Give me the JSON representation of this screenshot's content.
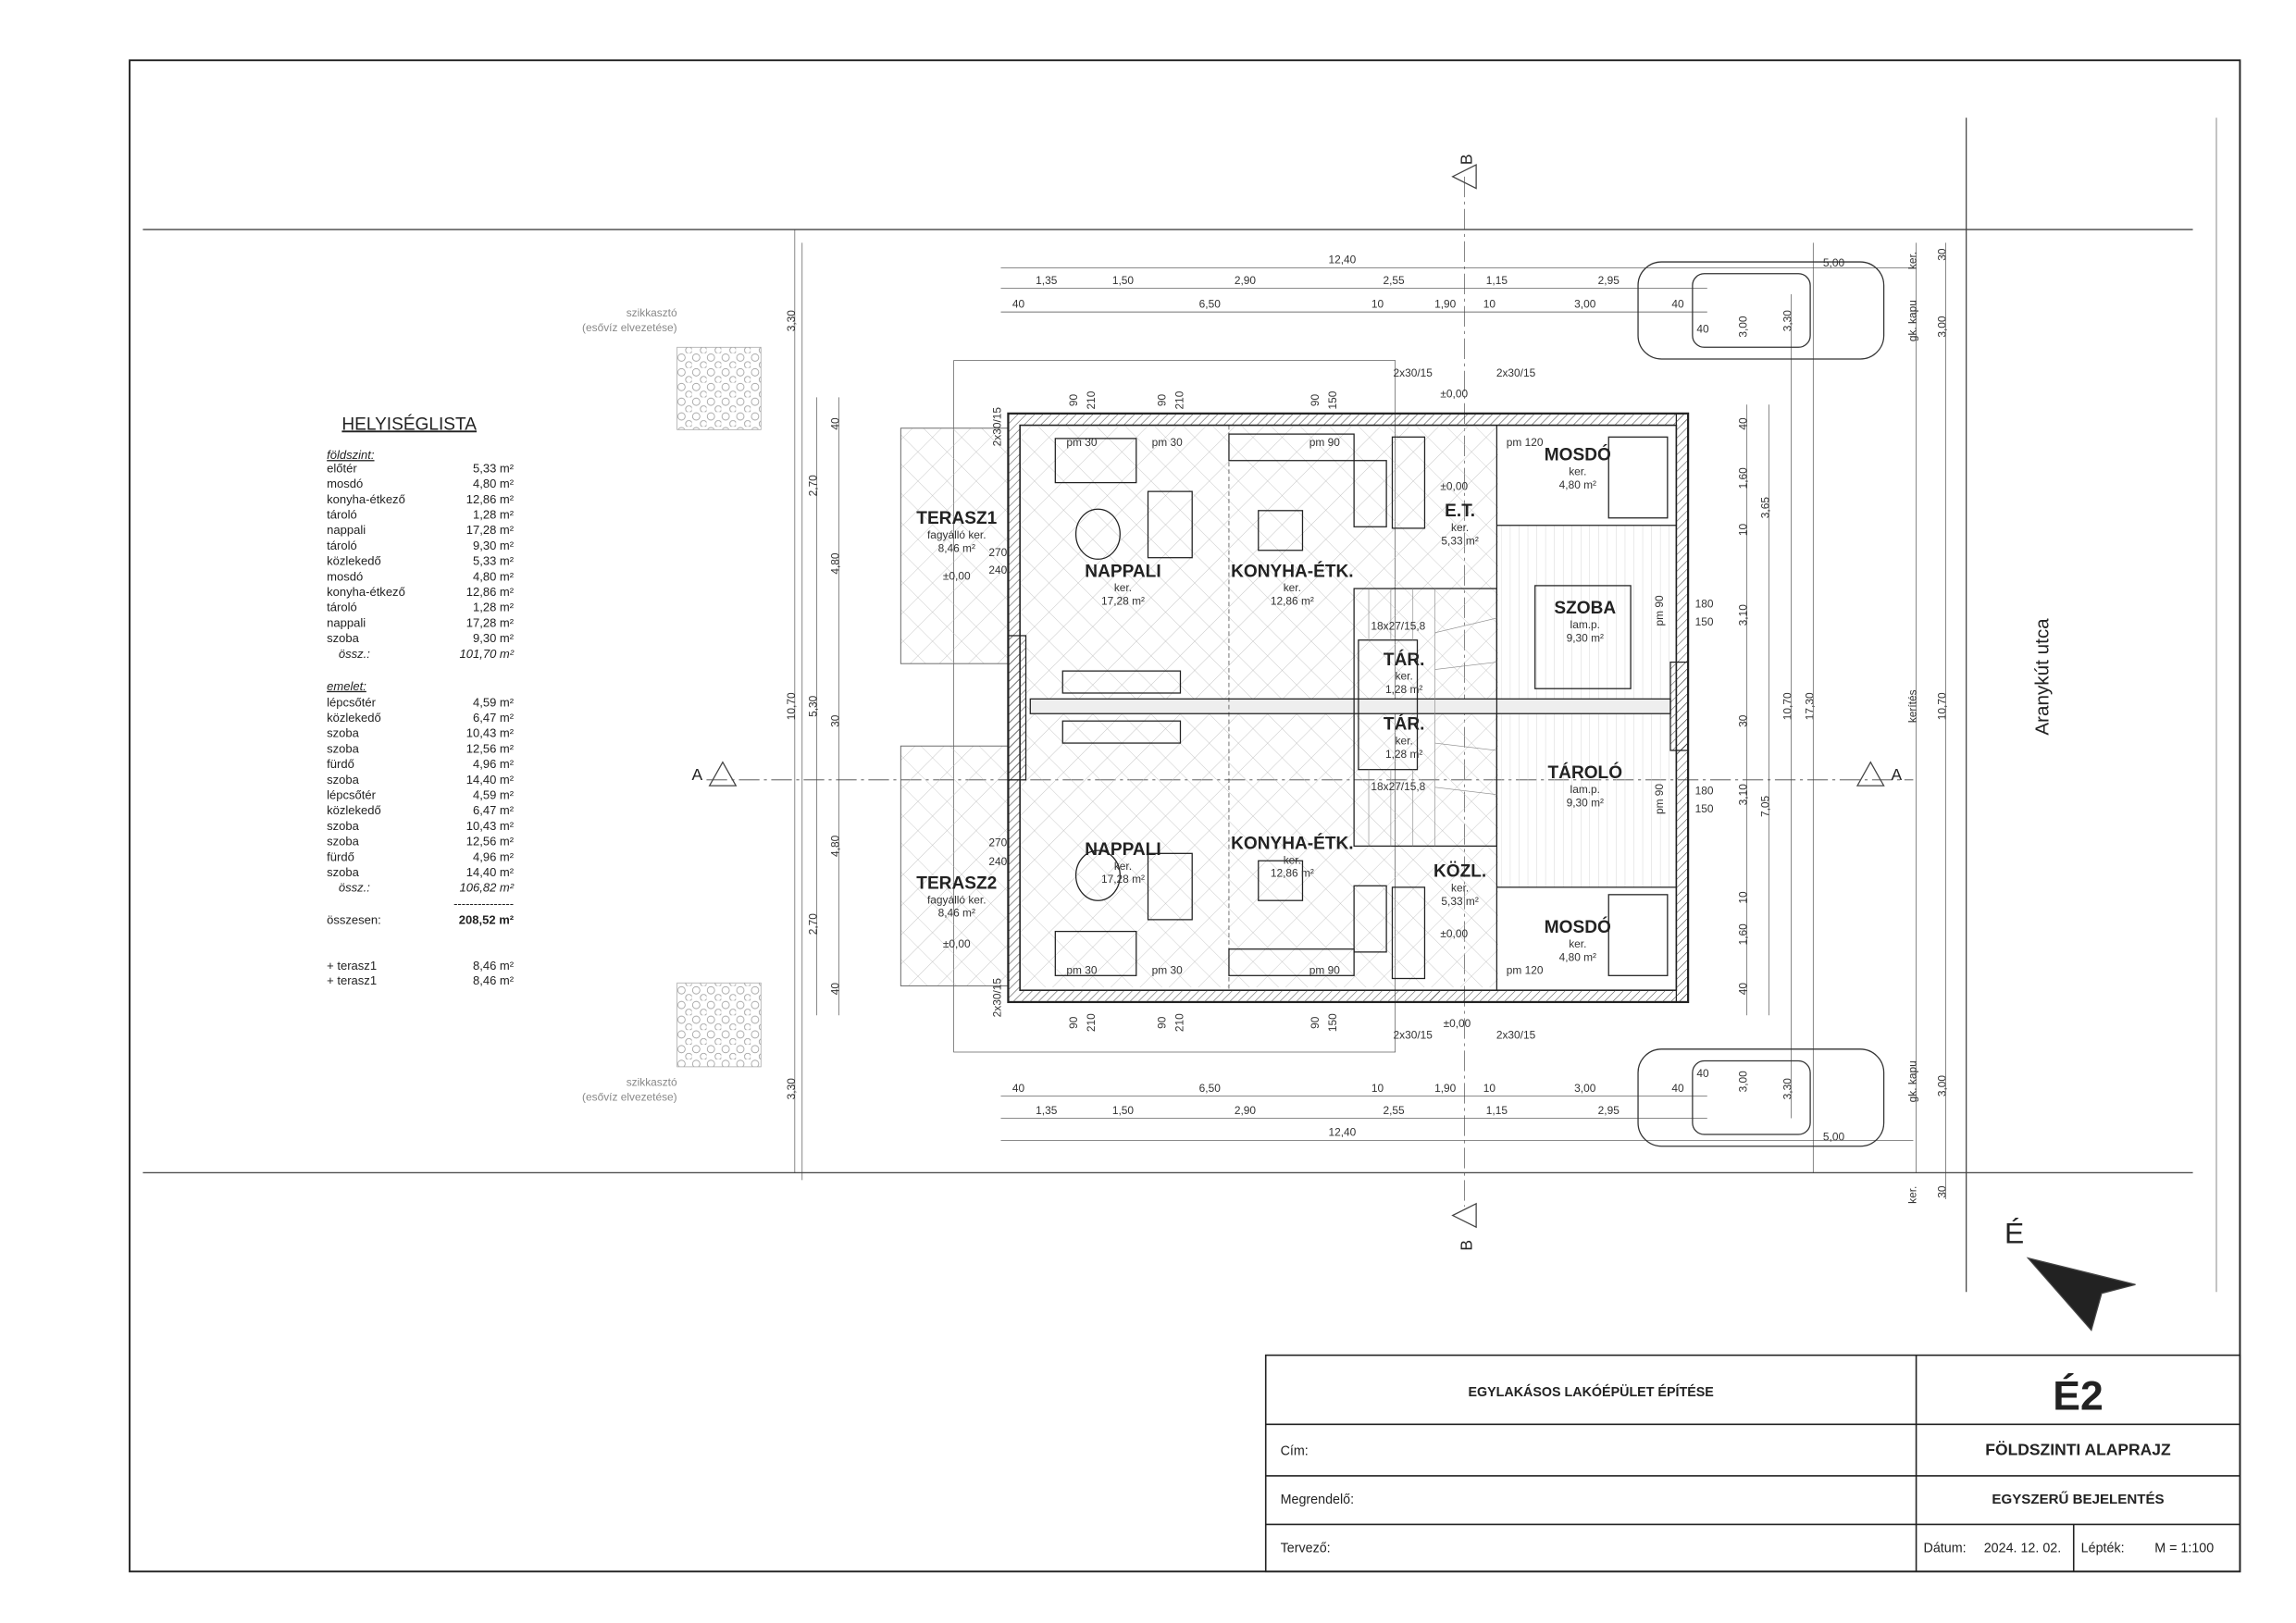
{
  "room_list": {
    "title": "HELYISÉGLISTA",
    "ground": {
      "heading": "földszint:",
      "items": [
        {
          "name": "előtér",
          "area": "5,33 m²"
        },
        {
          "name": "mosdó",
          "area": "4,80 m²"
        },
        {
          "name": "konyha-étkező",
          "area": "12,86 m²"
        },
        {
          "name": "tároló",
          "area": "1,28 m²"
        },
        {
          "name": "nappali",
          "area": "17,28 m²"
        },
        {
          "name": "tároló",
          "area": "9,30 m²"
        },
        {
          "name": "közlekedő",
          "area": "5,33 m²"
        },
        {
          "name": "mosdó",
          "area": "4,80 m²"
        },
        {
          "name": "konyha-étkező",
          "area": "12,86 m²"
        },
        {
          "name": "tároló",
          "area": "1,28 m²"
        },
        {
          "name": "nappali",
          "area": "17,28 m²"
        },
        {
          "name": "szoba",
          "area": "9,30 m²"
        }
      ],
      "sum_label": "össz.:",
      "sum": "101,70 m²"
    },
    "upper": {
      "heading": "emelet:",
      "items": [
        {
          "name": "lépcsőtér",
          "area": "4,59 m²"
        },
        {
          "name": "közlekedő",
          "area": "6,47 m²"
        },
        {
          "name": "szoba",
          "area": "10,43 m²"
        },
        {
          "name": "szoba",
          "area": "12,56 m²"
        },
        {
          "name": "fürdő",
          "area": "4,96 m²"
        },
        {
          "name": "szoba",
          "area": "14,40 m²"
        },
        {
          "name": "lépcsőtér",
          "area": "4,59 m²"
        },
        {
          "name": "közlekedő",
          "area": "6,47 m²"
        },
        {
          "name": "szoba",
          "area": "10,43 m²"
        },
        {
          "name": "szoba",
          "area": "12,56 m²"
        },
        {
          "name": "fürdő",
          "area": "4,96 m²"
        },
        {
          "name": "szoba",
          "area": "14,40 m²"
        }
      ],
      "sum_label": "össz.:",
      "sum": "106,82 m²"
    },
    "separator": "---------------",
    "total_label": "összesen:",
    "total": "208,52 m²",
    "extras": [
      {
        "name": "+ terasz1",
        "area": "8,46 m²"
      },
      {
        "name": "+ terasz1",
        "area": "8,46 m²"
      }
    ]
  },
  "rooms": [
    {
      "name": "TERASZ1",
      "floor": "fagyálló ker.",
      "area": "8,46 m²"
    },
    {
      "name": "NAPPALI",
      "floor": "ker.",
      "area": "17,28 m²"
    },
    {
      "name": "KONYHA-ÉTK.",
      "floor": "ker.",
      "area": "12,86 m²"
    },
    {
      "name": "E.T.",
      "floor": "ker.",
      "area": "5,33 m²"
    },
    {
      "name": "MOSDÓ",
      "floor": "ker.",
      "area": "4,80 m²"
    },
    {
      "name": "SZOBA",
      "floor": "lam.p.",
      "area": "9,30 m²"
    },
    {
      "name": "TÁR.",
      "floor": "ker.",
      "area": "1,28 m²"
    },
    {
      "name": "TÁR.",
      "floor": "ker.",
      "area": "1,28 m²"
    },
    {
      "name": "TÁROLÓ",
      "floor": "lam.p.",
      "area": "9,30 m²"
    },
    {
      "name": "NAPPALI",
      "floor": "ker.",
      "area": "17,28 m²"
    },
    {
      "name": "KONYHA-ÉTK.",
      "floor": "ker.",
      "area": "12,86 m²"
    },
    {
      "name": "KÖZL.",
      "floor": "ker.",
      "area": "5,33 m²"
    },
    {
      "name": "TERASZ2",
      "floor": "fagyálló ker.",
      "area": "8,46 m²"
    },
    {
      "name": "MOSDÓ",
      "floor": "ker.",
      "area": "4,80 m²"
    }
  ],
  "site": {
    "street": "Aranykút utca",
    "north": "É",
    "section_a": "A",
    "section_b": "B",
    "soakaway_label": "szikkasztó",
    "soakaway_note": "(esővíz elvezetése)"
  },
  "dimensions": {
    "top": [
      "12,40",
      "1,35",
      "1,50",
      "2,90",
      "2,55",
      "1,15",
      "2,95",
      "40",
      "6,50",
      "10",
      "1,90",
      "10",
      "3,00",
      "40"
    ],
    "bottom": [
      "40",
      "6,50",
      "10",
      "1,90",
      "10",
      "3,00",
      "40",
      "1,35",
      "1,50",
      "2,90",
      "2,55",
      "1,15",
      "2,95",
      "12,40"
    ],
    "left": [
      "3,30",
      "40",
      "2,70",
      "4,80",
      "10,70",
      "5,30",
      "30",
      "4,80",
      "2,70",
      "40",
      "3,30"
    ],
    "right": [
      "40",
      "1,60",
      "10",
      "3,65",
      "3,10",
      "30",
      "3,10",
      "7,05",
      "10",
      "1,60",
      "40",
      "10,70",
      "17,30",
      "kerítés",
      "10,70"
    ],
    "site_right": [
      "5,00",
      "ker.",
      "30",
      "3,00",
      "3,30",
      "gk. kapu",
      "3,00",
      "40",
      "3,00",
      "3,30",
      "gk. kapu",
      "3,00",
      "40",
      "5,00",
      "ker.",
      "30"
    ]
  },
  "annotations": [
    "pm 30",
    "pm 30",
    "pm 90",
    "pm 120",
    "pm 30",
    "pm 30",
    "pm 90",
    "pm 120",
    "±0,00",
    "±0,00",
    "±0,00",
    "±0,00",
    "±0,00",
    "±0,00",
    "18x27/15,8",
    "18x27/15,8",
    "pm 90",
    "pm 90",
    "180",
    "150",
    "180",
    "150",
    "270",
    "240",
    "270",
    "240",
    "90",
    "210",
    "90",
    "210",
    "90",
    "150",
    "90",
    "210",
    "90",
    "210",
    "90",
    "150",
    "2x30/15",
    "2x30/15",
    "2x30/15",
    "2x30/15",
    "2x30/15",
    "2x30/15"
  ],
  "title_block": {
    "project": "EGYLAKÁSOS LAKÓÉPÜLET ÉPÍTÉSE",
    "sheet_no": "É2",
    "address_label": "Cím:",
    "drawing_title": "FÖLDSZINTI ALAPRAJZ",
    "client_label": "Megrendelő:",
    "procedure": "EGYSZERŰ BEJELENTÉS",
    "designer_label": "Tervező:",
    "date_label": "Dátum:",
    "date": "2024. 12. 02.",
    "scale_label": "Lépték:",
    "scale": "M = 1:100"
  }
}
